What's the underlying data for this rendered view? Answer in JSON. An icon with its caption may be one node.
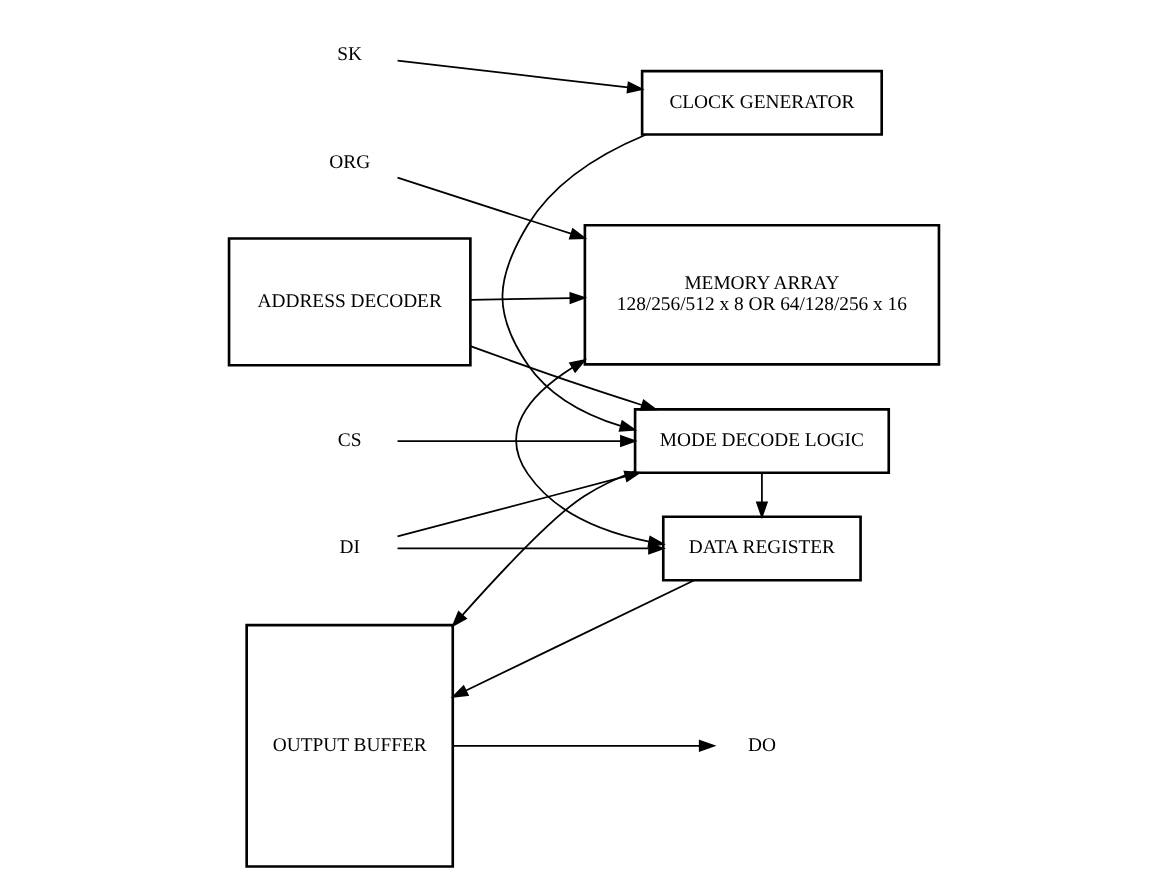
{
  "diagram": {
    "nodes": [
      {
        "text": [
          "MEMORY ARRAY",
          "128/256/512 x 8 OR 64/128/256 x 16"
        ]
      },
      {
        "text": [
          "ADDRESS DECODER"
        ]
      },
      {
        "text": [
          "ORG"
        ]
      },
      {
        "text": [
          "DATA REGISTER"
        ]
      },
      {
        "text": [
          "OUTPUT BUFFER"
        ]
      },
      {
        "text": [
          "DI"
        ]
      },
      {
        "text": [
          "MODE DECODE LOGIC"
        ]
      },
      {
        "text": [
          "CS"
        ]
      },
      {
        "text": [
          "SK"
        ]
      },
      {
        "text": [
          "CLOCK GENERATOR"
        ]
      },
      {
        "text": [
          "DO"
        ]
      }
    ],
    "edges": [
      {
        "from": 2,
        "to": 0,
        "arrow": "to"
      },
      {
        "from": 1,
        "to": 0,
        "arrow": "to"
      },
      {
        "from": 0,
        "to": 3,
        "arrow": "both"
      },
      {
        "from": 1,
        "to": 6,
        "arrow": "to"
      },
      {
        "from": 3,
        "to": 4,
        "arrow": "to"
      },
      {
        "from": 5,
        "to": 3,
        "arrow": "to"
      },
      {
        "from": 5,
        "to": 6,
        "arrow": "to"
      },
      {
        "from": 6,
        "to": 3,
        "arrow": "to"
      },
      {
        "from": 7,
        "to": 6,
        "arrow": "to"
      },
      {
        "from": 6,
        "to": 4,
        "arrow": "to"
      },
      {
        "from": 9,
        "to": 6,
        "arrow": "to"
      },
      {
        "from": 8,
        "to": 9,
        "arrow": "to"
      },
      {
        "from": 4,
        "to": 10,
        "arrow": "to"
      }
    ]
  }
}
